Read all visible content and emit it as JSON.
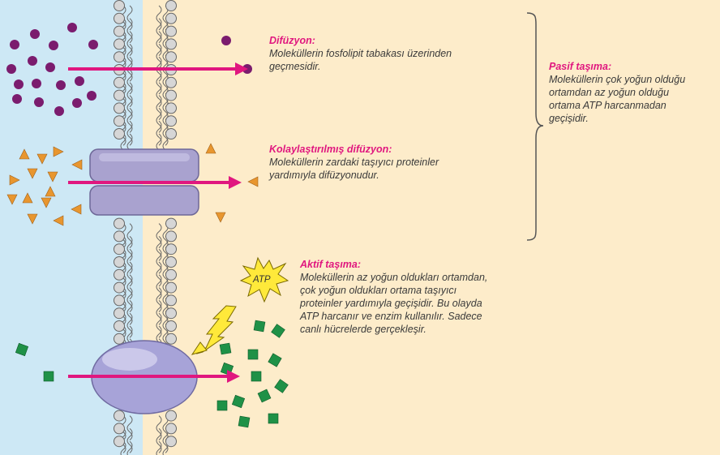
{
  "colors": {
    "outside": "#cde8f5",
    "inside": "#fdecca",
    "arrow": "#e0177f",
    "title": "#e0177f",
    "text": "#3a3a3a",
    "molecule_circle": "#7b1c6e",
    "molecule_triangle": "#e8962f",
    "molecule_square": "#1f9147",
    "channel_protein": "#a9a2cf",
    "carrier_protein": "#a7a3d8",
    "atp_burst": "#ffe93a",
    "lightning": "#ffe93a"
  },
  "sections": {
    "diffusion": {
      "title": "Difüzyon:",
      "body": "Moleküllerin fosfolipit tabakası üzerinden\ngeçmesidir."
    },
    "facilitated": {
      "title": "Kolaylaştırılmış difüzyon:",
      "body": "Moleküllerin zardaki taşıyıcı proteinler\nyardımıyla difüzyonudur."
    },
    "passive": {
      "title": "Pasif taşıma:",
      "body": "Moleküllerin çok yoğun olduğu\nortamdan az yoğun olduğu\nortama ATP harcanmadan\ngeçişidir."
    },
    "active": {
      "title": "Aktif taşıma:",
      "body": "Moleküllerin az yoğun oldukları ortamdan,\nçok yoğun oldukları ortama taşıyıcı\nproteinler yardımıyla geçişidir. Bu olayda\nATP harcanır ve enzim kullanılır. Sadece\ncanlı hücrelerde gerçekleşir."
    }
  },
  "atp_label": "ATP"
}
